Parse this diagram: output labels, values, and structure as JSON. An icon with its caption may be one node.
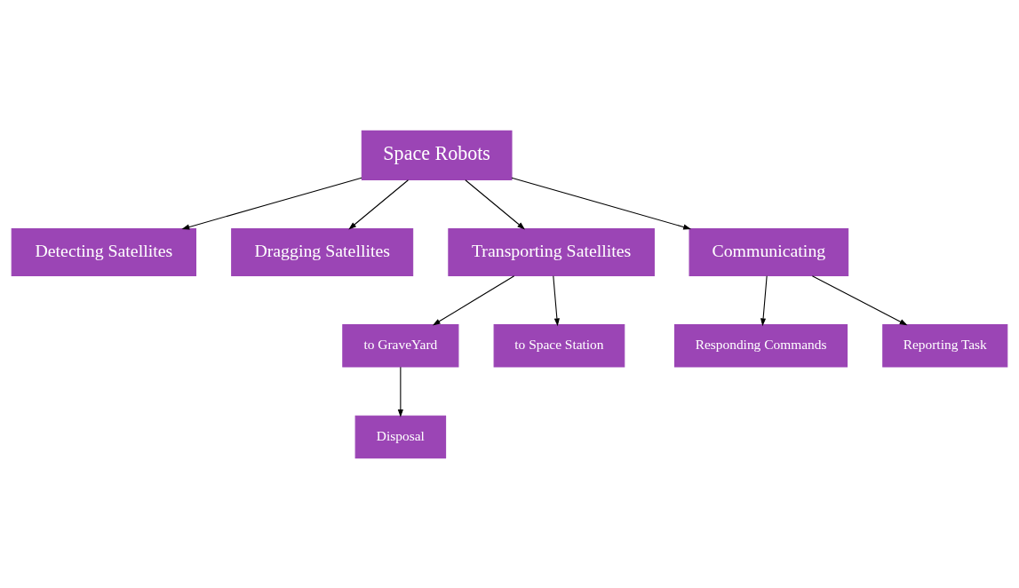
{
  "diagram": {
    "nodes": [
      {
        "text": [
          "Space Robots"
        ]
      },
      {
        "text": [
          "Detecting Satellites"
        ]
      },
      {
        "text": [
          "Dragging Satellites"
        ]
      },
      {
        "text": [
          "Transporting Satellites"
        ]
      },
      {
        "text": [
          "Communicating"
        ]
      },
      {
        "text": [
          "to GraveYard"
        ]
      },
      {
        "text": [
          "to Space Station"
        ]
      },
      {
        "text": [
          "Responding Commands"
        ]
      },
      {
        "text": [
          "Reporting Task"
        ]
      },
      {
        "text": [
          "Disposal"
        ]
      }
    ],
    "edges": [
      {
        "from": 0,
        "to": 1,
        "arrow": "to"
      },
      {
        "from": 0,
        "to": 2,
        "arrow": "to"
      },
      {
        "from": 0,
        "to": 3,
        "arrow": "to"
      },
      {
        "from": 0,
        "to": 4,
        "arrow": "to"
      },
      {
        "from": 3,
        "to": 5,
        "arrow": "to"
      },
      {
        "from": 3,
        "to": 6,
        "arrow": "to"
      },
      {
        "from": 4,
        "to": 7,
        "arrow": "to"
      },
      {
        "from": 4,
        "to": 8,
        "arrow": "to"
      },
      {
        "from": 5,
        "to": 9,
        "arrow": "to"
      }
    ]
  }
}
